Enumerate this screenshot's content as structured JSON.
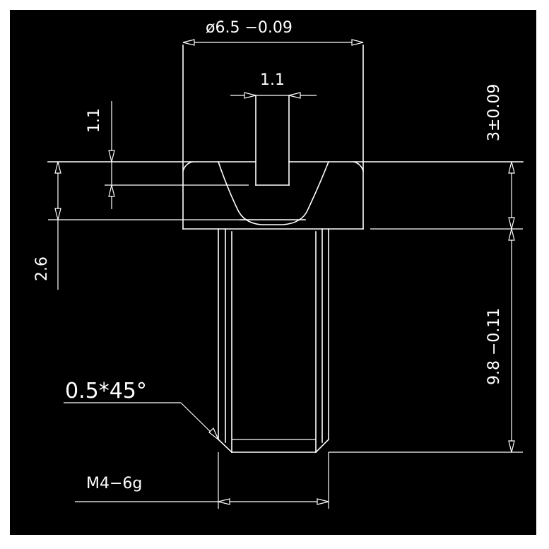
{
  "colors": {
    "background": "#000000",
    "lines": "#ffffff"
  },
  "dimensions": {
    "head_diameter": "ø6.5 −0.09",
    "slot_width": "1.1",
    "slot_depth": "1.1",
    "head_height": "3±0.09",
    "counterbore_depth": "2.6",
    "shank_length": "9.8 −0.11",
    "chamfer": "0.5*45°",
    "thread": "M4−6g"
  }
}
